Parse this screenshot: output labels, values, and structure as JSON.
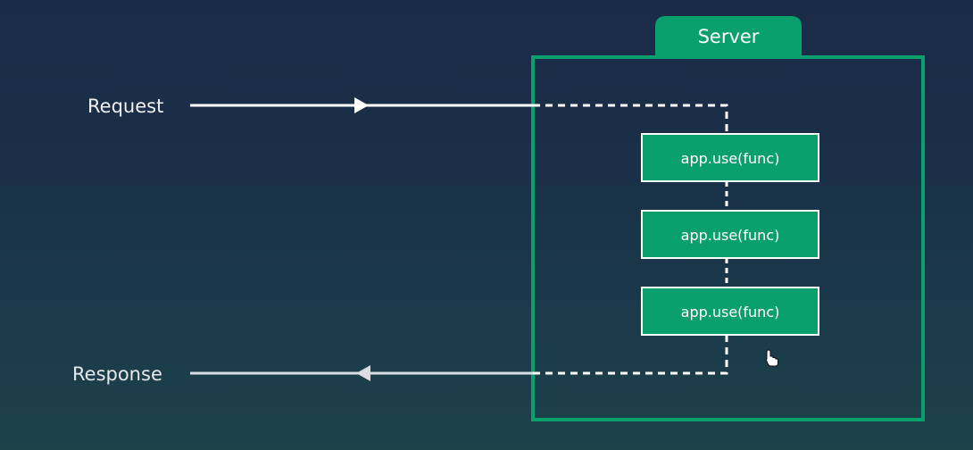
{
  "labels": {
    "request": "Request",
    "response": "Response"
  },
  "server": {
    "title": "Server"
  },
  "middleware": [
    {
      "label": "app.use(func)"
    },
    {
      "label": "app.use(func)"
    },
    {
      "label": "app.use(func)"
    }
  ],
  "colors": {
    "accent": "#0aa06e",
    "line": "#ffffff",
    "label_text": "#f2f2f2",
    "response_line": "#d9dde2"
  },
  "icons": {
    "cursor": "hand-pointer-icon"
  }
}
